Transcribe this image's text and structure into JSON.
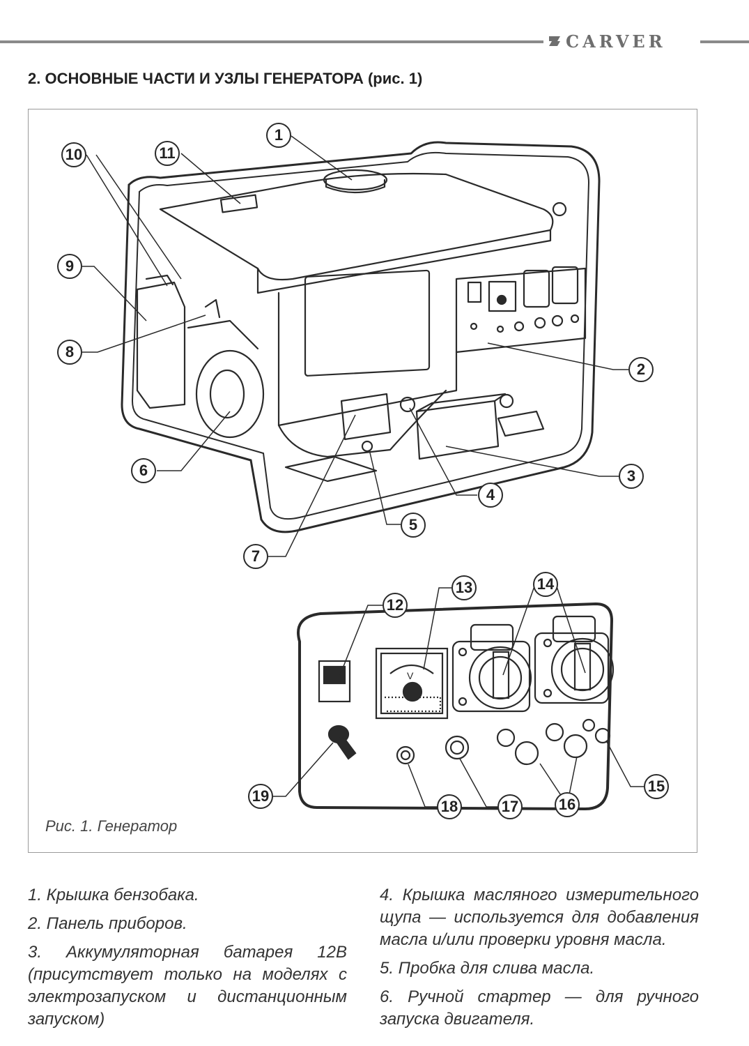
{
  "header": {
    "logo_text": "CARVER"
  },
  "section_title": "2. ОСНОВНЫЕ ЧАСТИ И УЗЛЫ ГЕНЕРАТОРА (рис. 1)",
  "figure": {
    "caption": "Рис. 1. Генератор",
    "callouts": [
      "1",
      "2",
      "3",
      "4",
      "5",
      "6",
      "7",
      "8",
      "9",
      "10",
      "11",
      "12",
      "13",
      "14",
      "15",
      "16",
      "17",
      "18",
      "19"
    ],
    "voltmeter_unit": "V"
  },
  "legend": {
    "left": [
      "1. Крышка бензобака.",
      "2. Панель приборов.",
      "3. Аккумуляторная батарея 12В (присутствует только на моделях с электрозапуском и дистанционным запуском)"
    ],
    "right": [
      "4. Крышка масляного измерительного щупа — используется для добавления масла и/или проверки уровня масла.",
      "5. Пробка для слива масла.",
      "6. Ручной стартер — для ручного запуска двигателя."
    ]
  },
  "colors": {
    "line": "#2a2a2a",
    "rule": "#8a8a8a",
    "logo": "#6e6e6e"
  }
}
